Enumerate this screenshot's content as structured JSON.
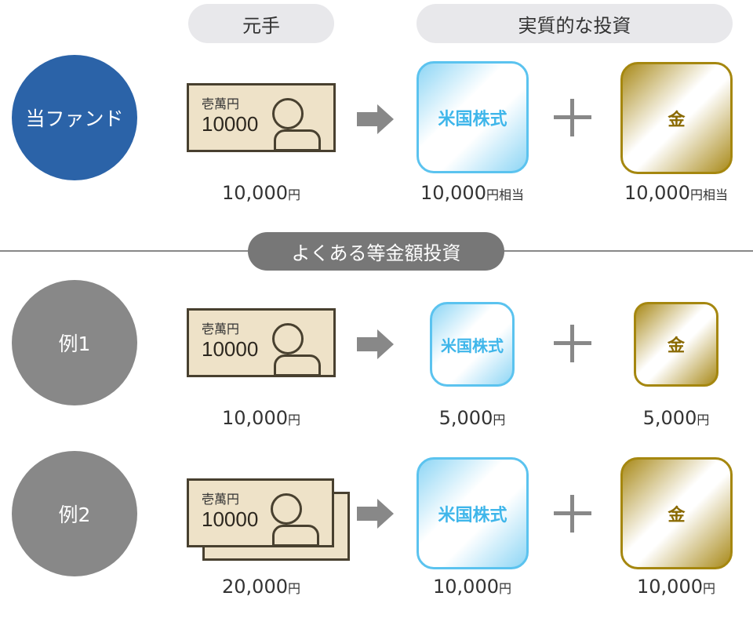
{
  "header": {
    "principal": "元手",
    "actual": "実質的な投資"
  },
  "divider_label": "よくある等金額投資",
  "note": {
    "kanji": "壱萬円",
    "value": "10000"
  },
  "assets": {
    "stock": "米国株式",
    "gold": "金"
  },
  "unit": "円",
  "equiv": "相当",
  "rows": [
    {
      "label": "当ファンド",
      "principal": "10,000",
      "stock": "10,000",
      "gold": "10,000"
    },
    {
      "label": "例1",
      "principal": "10,000",
      "stock": "5,000",
      "gold": "5,000"
    },
    {
      "label": "例2",
      "principal": "20,000",
      "stock": "10,000",
      "gold": "10,000"
    }
  ],
  "colors": {
    "fund": "#2b63a8",
    "example": "#888888",
    "stock": "#5bc3ef",
    "gold": "#a5870f"
  }
}
